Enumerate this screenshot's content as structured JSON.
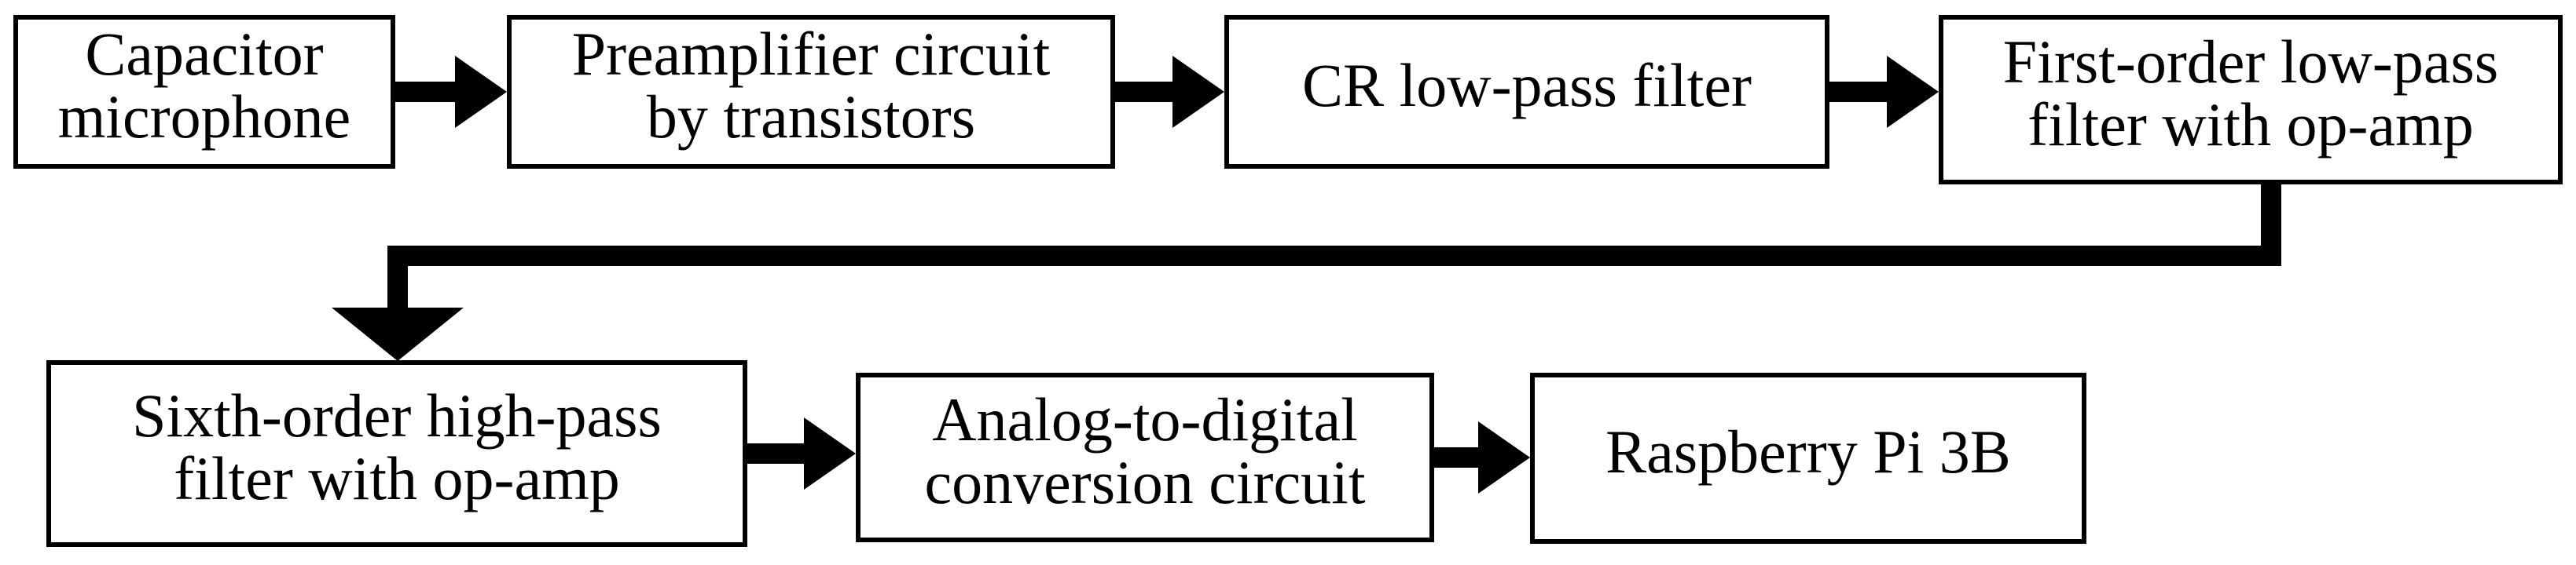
{
  "diagram": {
    "type": "block-diagram",
    "blocks": [
      {
        "id": "capacitor-microphone",
        "lines": [
          "Capacitor",
          "microphone"
        ]
      },
      {
        "id": "preamplifier-circuit",
        "lines": [
          "Preamplifier circuit",
          "by transistors"
        ]
      },
      {
        "id": "cr-low-pass-filter",
        "lines": [
          "CR low-pass filter"
        ]
      },
      {
        "id": "first-order-low-pass",
        "lines": [
          "First-order low-pass",
          "filter with op-amp"
        ]
      },
      {
        "id": "sixth-order-high-pass",
        "lines": [
          "Sixth-order high-pass",
          "filter with op-amp"
        ]
      },
      {
        "id": "adc-circuit",
        "lines": [
          "Analog-to-digital",
          "conversion circuit"
        ]
      },
      {
        "id": "raspberry-pi",
        "lines": [
          "Raspberry Pi 3B"
        ]
      }
    ],
    "connections": [
      {
        "from": "capacitor-microphone",
        "to": "preamplifier-circuit"
      },
      {
        "from": "preamplifier-circuit",
        "to": "cr-low-pass-filter"
      },
      {
        "from": "cr-low-pass-filter",
        "to": "first-order-low-pass"
      },
      {
        "from": "first-order-low-pass",
        "to": "sixth-order-high-pass"
      },
      {
        "from": "sixth-order-high-pass",
        "to": "adc-circuit"
      },
      {
        "from": "adc-circuit",
        "to": "raspberry-pi"
      }
    ],
    "colors": {
      "stroke": "#000000",
      "fill": "#ffffff",
      "text": "#000000"
    }
  }
}
